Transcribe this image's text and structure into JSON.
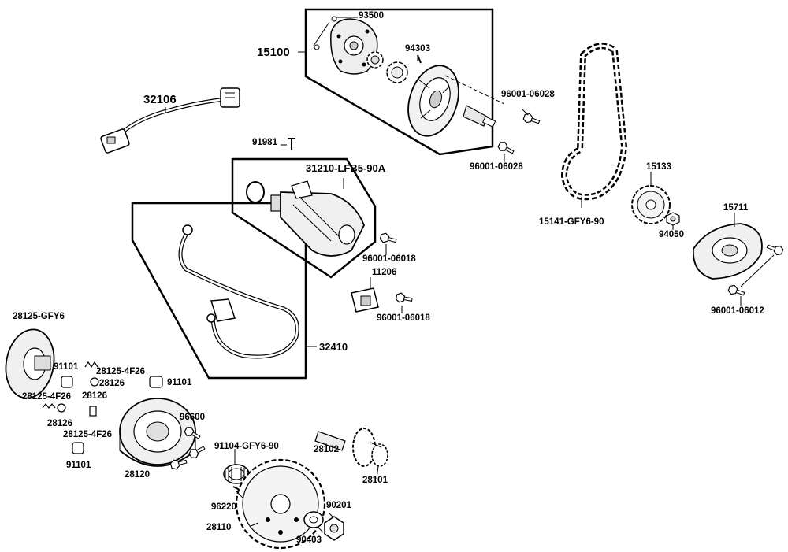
{
  "labels": {
    "p93500": "93500",
    "p15100": "15100",
    "p94303": "94303",
    "p96001_06028_a": "96001-06028",
    "p96001_06028_b": "96001-06028",
    "p32106": "32106",
    "p91981": "91981",
    "p31210": "31210-LFB5-90A",
    "p96001_06018_a": "96001-06018",
    "p11206": "11206",
    "p96001_06018_b": "96001-06018",
    "p32410": "32410",
    "p15141": "15141-GFY6-90",
    "p15133": "15133",
    "p94050": "94050",
    "p15711": "15711",
    "p96001_06012": "96001-06012",
    "p28125_gfy6": "28125-GFY6",
    "p91101_a": "91101",
    "p28125_4f26_a": "28125-4F26",
    "p28126_a": "28126",
    "p91101_b": "91101",
    "p28125_4f26_b": "28125-4F26",
    "p28126_b": "28126",
    "p28126_c": "28126",
    "p28125_4f26_c": "28125-4F26",
    "p96600": "96600",
    "p91101_c": "91101",
    "p28120": "28120",
    "p91104": "91104-GFY6-90",
    "p28102": "28102",
    "p28101": "28101",
    "p96220": "96220",
    "p90201": "90201",
    "p28110": "28110",
    "p90403": "90403"
  }
}
